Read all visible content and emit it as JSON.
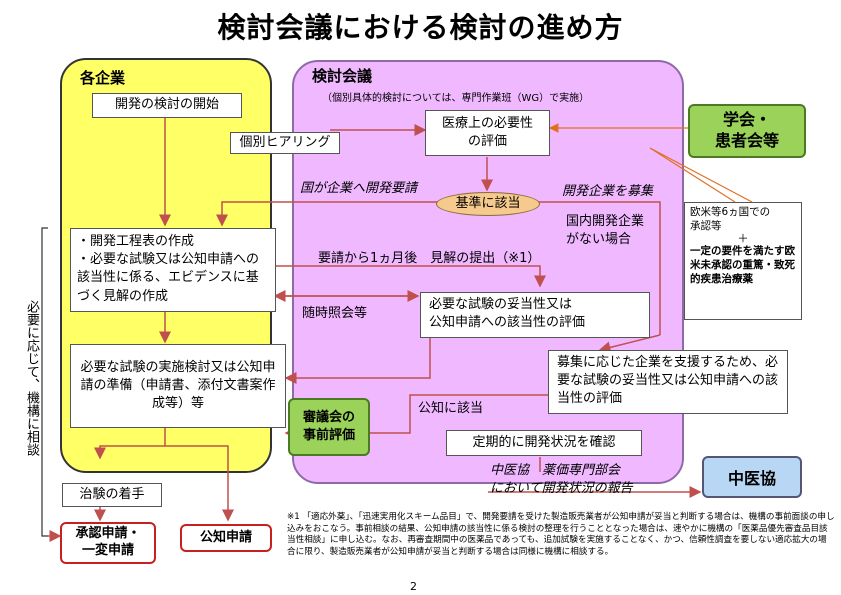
{
  "title": "検討会議における検討の進め方",
  "company": {
    "heading": "各企業",
    "start_dev": "開発の検討の開始",
    "hearing": "個別ヒアリング",
    "schedule_box": "・開発工程表の作成\n・必要な試験又は公知申請への該当性に係る、エビデンスに基づく見解の作成",
    "prep_box": "必要な試験の実施検討又は公知申請の準備（申請書、添付文書案作成等）等",
    "trial_start": "治験の着手",
    "approval": "承認申請・\n一変申請",
    "public_app": "公知申請"
  },
  "side_label": "必要に応じて、機構に相談",
  "council": {
    "heading": "検討会議",
    "subheading": "（個別具体的検討については、専門作業班（WG）で実施）",
    "medical_need": "医療上の必要性\nの評価",
    "criteria": "基準に該当",
    "request_dev": "国が企業へ開発要請",
    "recruit": "開発企業を募集",
    "no_company": "国内開発企業\nがない場合",
    "one_month": "要請から1ヵ月後　見解の提出（※1）",
    "inquiry": "随時照会等",
    "validity_eval": "必要な試験の妥当性又は\n公知申請への該当性の評価",
    "support_eval": "募集に応じた企業を支援するため、必要な試験の妥当性又は公知申請への該当性の評価",
    "public_match": "公知に該当",
    "review": "審議会の\n事前評価",
    "periodic": "定期的に開発状況を確認",
    "report": "中医協　薬価専門部会\nにおいて開発状況の報告"
  },
  "academia": "学会・\n患者会等",
  "criteria_note_1": "欧米等6ヵ国での\n承認等",
  "criteria_note_plus": "＋",
  "criteria_note_2": "一定の要件を満たす欧米未承認の重篤・致死的疾患治療薬",
  "chuikyo": "中医協",
  "footnote": "※1 「適応外薬」、「迅速実用化スキーム品目」で、開発要請を受けた製造販売業者が公知申請が妥当と判断する場合は、機構の事前面談の申し込みをおこなう。事前相談の結果、公知申請の該当性に係る検討の整理を行うこととなった場合は、速やかに機構の「医薬品優先審査品目該当性相談」に申し込む。なお、再審査期間中の医薬品であっても、追加試験を実施することなく、かつ、信頼性調査を要しない適応拡大の場合に限り、製造販売業者が公知申請が妥当と判断する場合は同様に機構に相談する。",
  "page_number": "2"
}
